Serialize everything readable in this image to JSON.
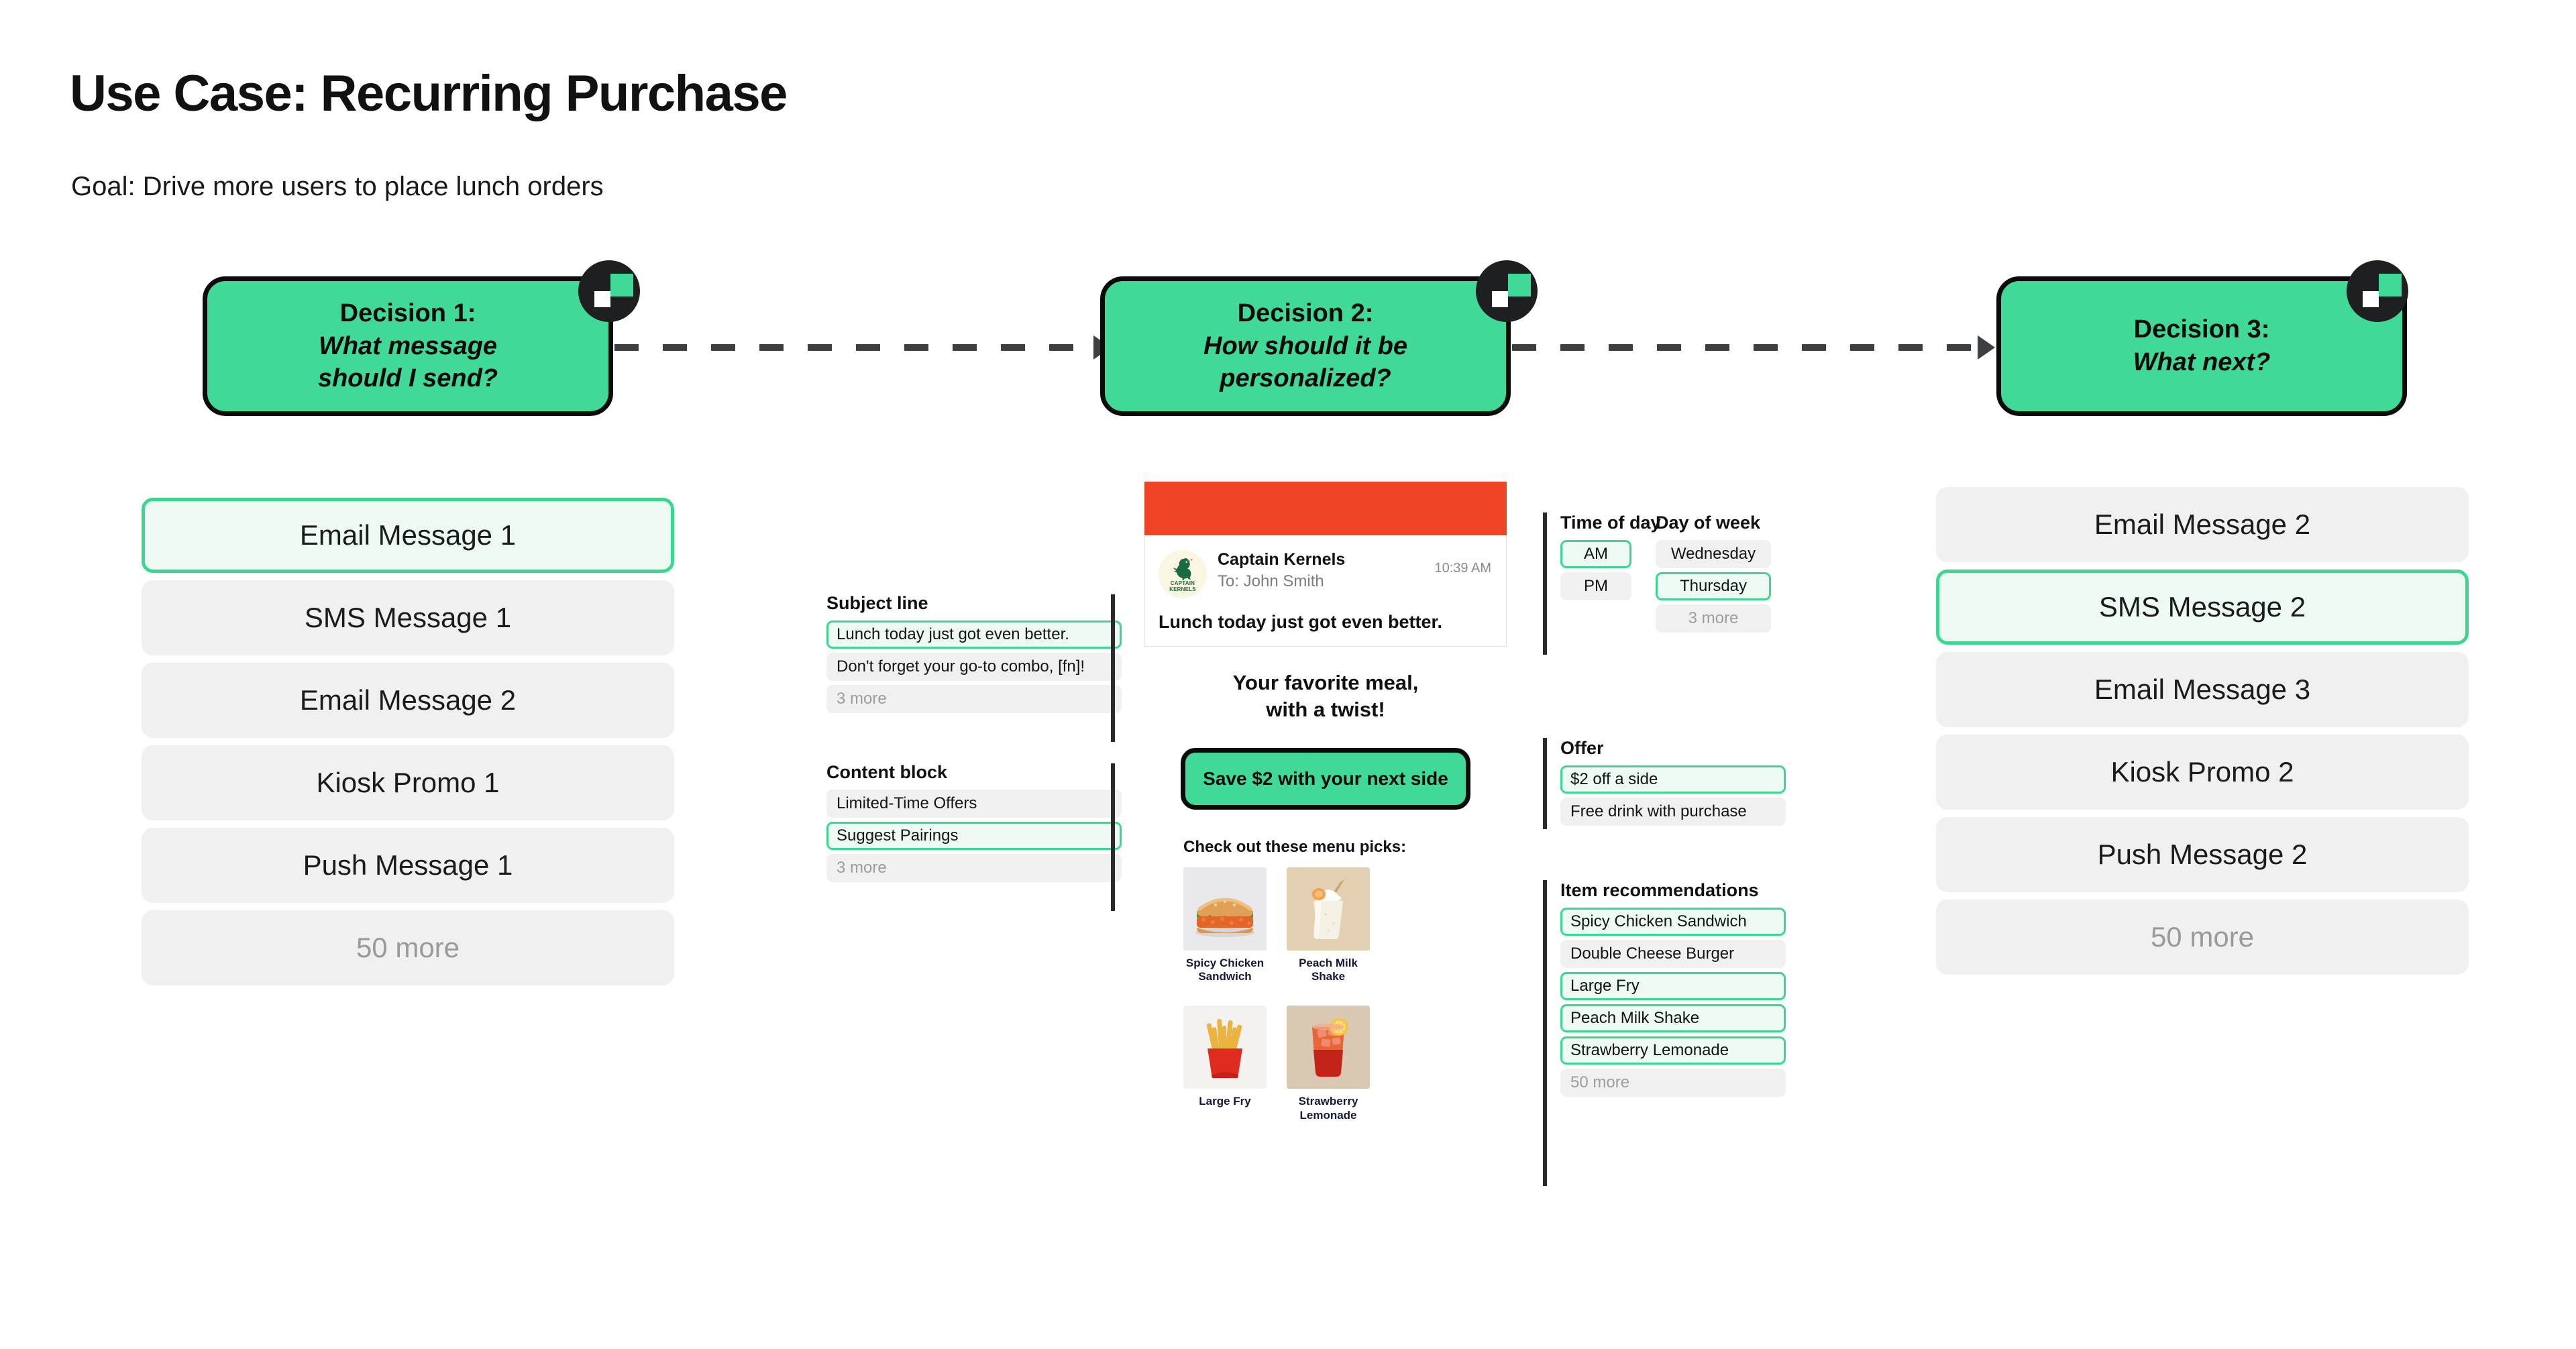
{
  "header": {
    "title": "Use Case: Recurring Purchase",
    "goal": "Goal: Drive more users to place lunch orders"
  },
  "colors": {
    "accent_green": "#41D998",
    "chip_selected_border": "#3BD68F",
    "chip_selected_fill": "#EDFAF3",
    "chip_fill": "#f0f0f0",
    "node_border": "#0b0b0b",
    "badge_bg": "#1d1f20",
    "email_banner_red": "#F04426",
    "connector": "#3c4043"
  },
  "nodes": [
    {
      "id": "decision-1",
      "line1": "Decision 1:",
      "line2_a": "What message",
      "line2_b": "should I send?",
      "badge_icon": "square-stack-icon"
    },
    {
      "id": "decision-2",
      "line1": "Decision 2:",
      "line2_a": "How should it be",
      "line2_b": "personalized?",
      "badge_icon": "square-stack-icon"
    },
    {
      "id": "decision-3",
      "line1": "Decision 3:",
      "line2_a": "What next?",
      "line2_b": "",
      "badge_icon": "square-stack-icon"
    }
  ],
  "column1": {
    "options": [
      {
        "label": "Email Message 1",
        "selected": true,
        "muted": false
      },
      {
        "label": "SMS Message 1",
        "selected": false,
        "muted": false
      },
      {
        "label": "Email Message 2",
        "selected": false,
        "muted": false
      },
      {
        "label": "Kiosk Promo 1",
        "selected": false,
        "muted": false
      },
      {
        "label": "Push Message 1",
        "selected": false,
        "muted": false
      },
      {
        "label": "50 more",
        "selected": false,
        "muted": true
      }
    ]
  },
  "column3": {
    "options": [
      {
        "label": "Email Message 2",
        "selected": false,
        "muted": false
      },
      {
        "label": "SMS Message 2",
        "selected": true,
        "muted": false
      },
      {
        "label": "Email Message 3",
        "selected": false,
        "muted": false
      },
      {
        "label": "Kiosk Promo 2",
        "selected": false,
        "muted": false
      },
      {
        "label": "Push Message 2",
        "selected": false,
        "muted": false
      },
      {
        "label": "50 more",
        "selected": false,
        "muted": true
      }
    ]
  },
  "groups": {
    "subject_line": {
      "title": "Subject line",
      "items": [
        {
          "label": "Lunch today just got even better.",
          "selected": true,
          "muted": false
        },
        {
          "label": "Don't forget your go-to combo, [fn]!",
          "selected": false,
          "muted": false
        },
        {
          "label": "3 more",
          "selected": false,
          "muted": true
        }
      ]
    },
    "content_block": {
      "title": "Content block",
      "items": [
        {
          "label": "Limited-Time Offers",
          "selected": false,
          "muted": false
        },
        {
          "label": "Suggest Pairings",
          "selected": true,
          "muted": false
        },
        {
          "label": "3 more",
          "selected": false,
          "muted": true
        }
      ]
    },
    "time_of_day": {
      "title": "Time of day",
      "items": [
        {
          "label": "AM",
          "selected": true,
          "muted": false
        },
        {
          "label": "PM",
          "selected": false,
          "muted": false
        }
      ]
    },
    "day_of_week": {
      "title": "Day of week",
      "items": [
        {
          "label": "Wednesday",
          "selected": false,
          "muted": false
        },
        {
          "label": "Thursday",
          "selected": true,
          "muted": false
        },
        {
          "label": "3 more",
          "selected": false,
          "muted": true
        }
      ]
    },
    "offer": {
      "title": "Offer",
      "items": [
        {
          "label": "$2 off a side",
          "selected": true,
          "muted": false
        },
        {
          "label": "Free drink with purchase",
          "selected": false,
          "muted": false
        }
      ]
    },
    "item_recommendations": {
      "title": "Item recommendations",
      "items": [
        {
          "label": "Spicy Chicken Sandwich",
          "selected": true,
          "muted": false
        },
        {
          "label": "Double Cheese Burger",
          "selected": false,
          "muted": false
        },
        {
          "label": "Large Fry",
          "selected": true,
          "muted": false
        },
        {
          "label": "Peach Milk Shake",
          "selected": true,
          "muted": false
        },
        {
          "label": "Strawberry Lemonade",
          "selected": true,
          "muted": false
        },
        {
          "label": "50 more",
          "selected": false,
          "muted": true
        }
      ]
    }
  },
  "email_preview": {
    "sender": "Captain Kernels",
    "logo_line1": "CAPTAIN",
    "logo_line2": "KERNELS",
    "recipient": "To: John Smith",
    "time": "10:39 AM",
    "subject": "Lunch today just got even better.",
    "headline_line1": "Your favorite meal,",
    "headline_line2": "with a twist!",
    "cta_label": "Save $2 with your next side",
    "picks_label": "Check out these menu picks:",
    "picks": [
      {
        "name_line1": "Spicy Chicken",
        "name_line2": "Sandwich",
        "image": "spicy-chicken-sandwich-image"
      },
      {
        "name_line1": "Peach Milk Shake",
        "name_line2": "",
        "image": "peach-milk-shake-image"
      },
      {
        "name_line1": "Large Fry",
        "name_line2": "",
        "image": "large-fry-image"
      },
      {
        "name_line1": "Strawberry",
        "name_line2": "Lemonade",
        "image": "strawberry-lemonade-image"
      }
    ]
  }
}
